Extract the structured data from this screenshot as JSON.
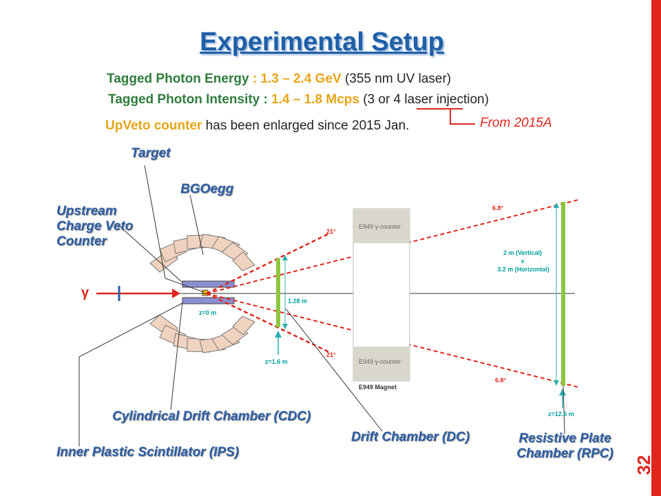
{
  "title": "Experimental Setup",
  "energy": {
    "label": "Tagged Photon Energy",
    "sep": "     : ",
    "value": "1.3 – 2.4 GeV",
    "note": " (355 nm UV laser)"
  },
  "intensity": {
    "label": "Tagged Photon Intensity : ",
    "value": "1.4 – 1.8 Mcps",
    "note": " (3 or 4 laser injection)"
  },
  "upveto": {
    "label": "UpVeto counter",
    "note": " has been enlarged since 2015 Jan."
  },
  "from_note": "From 2015A",
  "labels": {
    "target": "Target",
    "bgoegg": "BGOegg",
    "upstream": "Upstream Charge Veto Counter",
    "cdc": "Cylindrical Drift Chamber (CDC)",
    "ips": "Inner Plastic Scintillator (IPS)",
    "dc": "Drift Chamber (DC)",
    "rpc": "Resistive Plate Chamber (RPC)"
  },
  "diagram": {
    "gamma": "γ",
    "z0": "z=0 m",
    "z16": "z=1.6 m",
    "z125": "z=12.5 m",
    "dc_size": "1.28 m",
    "rpc_size_v": "2 m (Vertical)",
    "rpc_size_x": "x",
    "rpc_size_h": "3.2 m (Horizontal)",
    "angle_21": "21°",
    "angle_68": "6.8°",
    "e949_counter": "E949 γ-counter",
    "e949_magnet": "E949 Magnet"
  },
  "page_number": "32",
  "colors": {
    "title": "#1e5fa8",
    "green": "#2f7c3c",
    "yellow": "#e8a517",
    "red": "#e0261c",
    "accent_bar": "#e0261c"
  }
}
